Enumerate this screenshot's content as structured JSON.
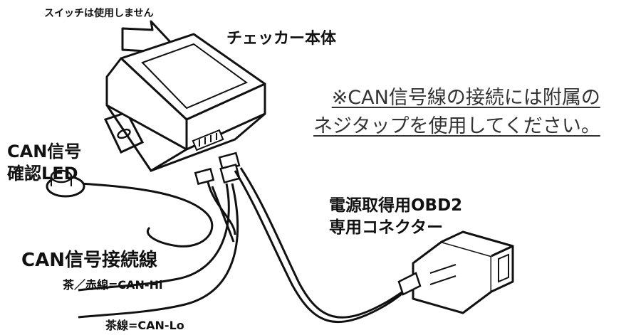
{
  "labels": {
    "switch_note": "スイッチは使用しません",
    "checker_body": "チェッカー本体",
    "can_led_line1": "CAN信号",
    "can_led_line2": "確認LED",
    "obd_line1": "電源取得用OBD2",
    "obd_line2": "専用コネクター",
    "can_wire": "CAN信号接続線",
    "hi_wire": "茶／赤線=CAN-Hi",
    "lo_wire": "茶線=CAN-Lo"
  },
  "note": {
    "line1": "※CAN信号線の接続には附属の",
    "line2": "ネジタップを使用してください。"
  },
  "colors": {
    "ink": "#111111",
    "note_text": "#333333",
    "background": "#ffffff"
  },
  "icons": [
    "arrow-icon",
    "checker-box-icon",
    "led-icon",
    "connector-icon",
    "obd-connector-icon"
  ]
}
